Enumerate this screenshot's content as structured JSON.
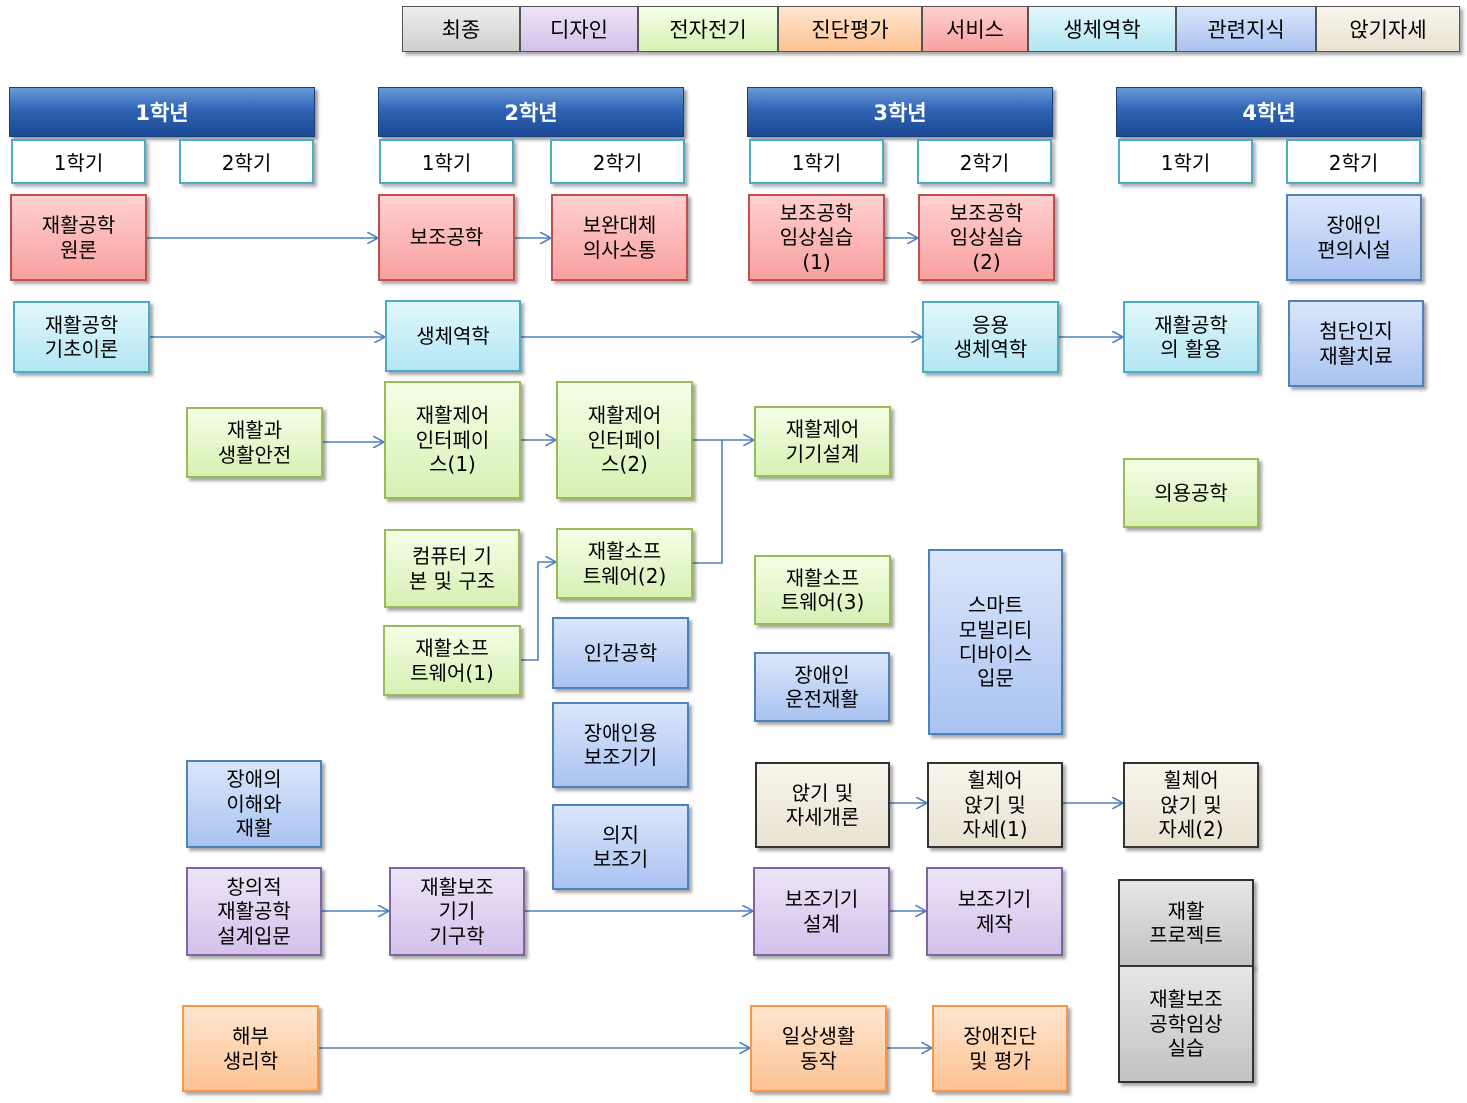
{
  "legend": [
    {
      "label": "최종",
      "color": "#d9d9d9"
    },
    {
      "label": "디자인",
      "color": "#d3c1ea"
    },
    {
      "label": "전자전기",
      "color": "#d7f0b4"
    },
    {
      "label": "진단평가",
      "color": "#fcc293"
    },
    {
      "label": "서비스",
      "color": "#f9a0a0"
    },
    {
      "label": "생체역학",
      "color": "#b3e6f3"
    },
    {
      "label": "관련지식",
      "color": "#a9c3f1"
    },
    {
      "label": "앉기자세",
      "color": "#f1ede1"
    }
  ],
  "years": [
    {
      "label": "1학년",
      "sem1": "1학기",
      "sem2": "2학기"
    },
    {
      "label": "2학년",
      "sem1": "1학기",
      "sem2": "2학기"
    },
    {
      "label": "3학년",
      "sem1": "1학기",
      "sem2": "2학기"
    },
    {
      "label": "4학년",
      "sem1": "1학기",
      "sem2": "2학기"
    }
  ],
  "courses": {
    "c_rehab_eng_principles": "재활공학\n원론",
    "c_assistive_eng": "보조공학",
    "c_aac": "보완대체\n의사소통",
    "c_at_clinical1": "보조공학\n임상실습\n(1)",
    "c_at_clinical2": "보조공학\n임상실습\n(2)",
    "c_accessible_facilities": "장애인\n편의시설",
    "c_rehab_basic_theory": "재활공학\n기초이론",
    "c_biomechanics": "생체역학",
    "c_applied_biomech": "응용\n생체역학",
    "c_rehab_application": "재활공학\n의 활용",
    "c_cognitive_rehab": "첨단인지\n재활치료",
    "c_rehab_safety": "재활과\n생활안전",
    "c_control_if1": "재활제어\n인터페이\n스(1)",
    "c_control_if2": "재활제어\n인터페이\n스(2)",
    "c_control_device": "재활제어\n기기설계",
    "c_medical_eng": "의용공학",
    "c_computer": "컴퓨터 기\n본 및 구조",
    "c_sw2": "재활소프\n트웨어(2)",
    "c_sw1": "재활소프\n트웨어(1)",
    "c_sw3": "재활소프\n트웨어(3)",
    "c_smart_mobility": "스마트\n모빌리티\n디바이스\n입문",
    "c_ergonomics": "인간공학",
    "c_driving_rehab": "장애인\n운전재활",
    "c_disabled_aids": "장애인용\n보조기기",
    "c_sitting_intro": "앉기 및\n자세개론",
    "c_wheelchair1": "휠체어\n앉기 및\n자세(1)",
    "c_wheelchair2": "휠체어\n앉기 및\n자세(2)",
    "c_disability_understanding": "장애의\n이해와\n재활",
    "c_prosthesis": "의지\n보조기",
    "c_creative_design": "창의적\n재활공학\n설계입문",
    "c_at_mechanism": "재활보조\n기기\n기구학",
    "c_aid_design": "보조기기\n설계",
    "c_aid_making": "보조기기\n제작",
    "c_rehab_project": "재활\n프로젝트",
    "c_at_clinical_final": "재활보조\n공학임상\n실습",
    "c_anatomy": "해부\n생리학",
    "c_adl": "일상생활\n동작",
    "c_disability_assessment": "장애진단\n및 평가"
  }
}
